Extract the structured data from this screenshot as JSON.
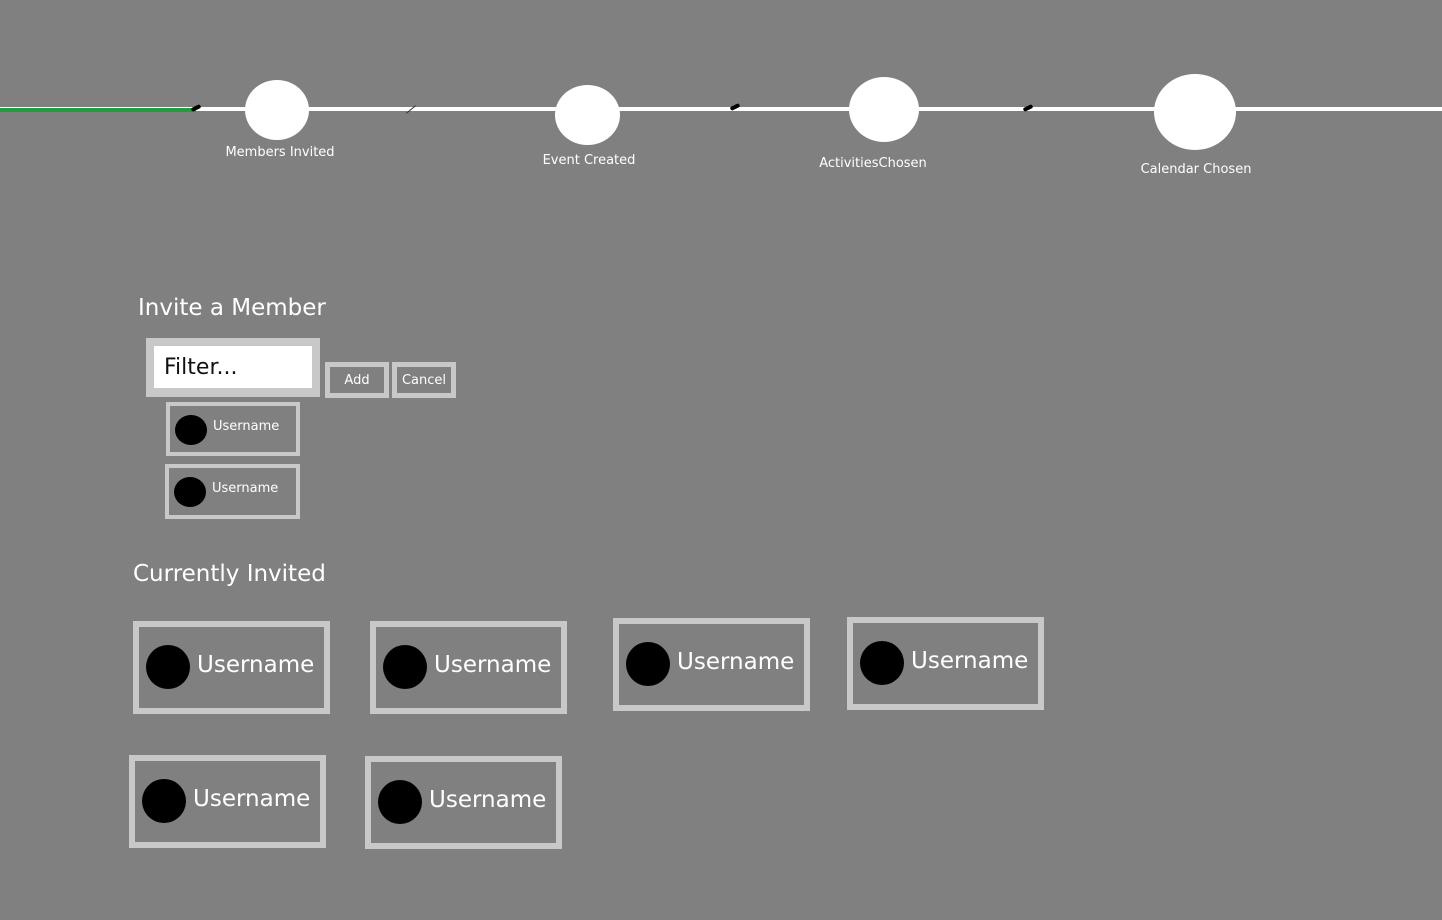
{
  "progress": {
    "accent_color": "#1f9d3f",
    "steps": [
      {
        "label": "Members Invited"
      },
      {
        "label": "Event Created"
      },
      {
        "label": "ActivitiesChosen"
      },
      {
        "label": "Calendar Chosen"
      }
    ]
  },
  "invite": {
    "title": "Invite a Member",
    "filter_placeholder": "Filter...",
    "add_label": "Add",
    "cancel_label": "Cancel",
    "suggestions": [
      {
        "username": "Username"
      },
      {
        "username": "Username"
      }
    ]
  },
  "invited": {
    "title": "Currently Invited",
    "members": [
      {
        "username": "Username"
      },
      {
        "username": "Username"
      },
      {
        "username": "Username"
      },
      {
        "username": "Username"
      },
      {
        "username": "Username"
      },
      {
        "username": "Username"
      }
    ]
  }
}
